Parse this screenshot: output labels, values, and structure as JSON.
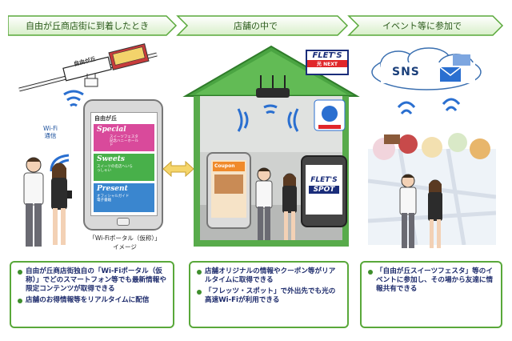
{
  "steps": [
    {
      "label": "自由が丘商店街に到着したとき"
    },
    {
      "label": "店舗の中で"
    },
    {
      "label": "イベント等に参加で"
    }
  ],
  "left": {
    "sign": "自由が丘",
    "wifi_label_line1": "Wi-Fi",
    "wifi_label_line2": "通信",
    "phone_title": "自由が丘",
    "tiles": [
      {
        "title": "Special",
        "sub": "スイーツフェスタ記念ハニーホールド"
      },
      {
        "title": "Sweets",
        "sub": "スイーツの名店へいらっしゃい"
      },
      {
        "title": "Present",
        "sub": "オフィシャルガイド電子書籍"
      }
    ],
    "caption_line1": "「Wi-Fiポータル（仮称）」",
    "caption_line2": "イメージ"
  },
  "center": {
    "flets_logo_title": "FLET'S",
    "flets_logo_sub": "光 NEXT",
    "phone_screen_brand": "FLET'S",
    "phone_screen_spot": "SPOT",
    "coupon_label": "Coupon"
  },
  "right": {
    "sns": "SNS"
  },
  "boxes": [
    {
      "bullets": [
        "自由が丘商店街独自の「Wi-Fiポータル（仮称）」でどのスマートフォン等でも最新情報や限定コンテンツが取得できる",
        "店舗のお得情報等をリアルタイムに配信"
      ]
    },
    {
      "bullets": [
        "店舗オリジナルの情報やクーポン等がリアルタイムに取得できる",
        "「フレッツ・スポット」で外出先でも光の高速Wi-Fiが利用できる"
      ]
    },
    {
      "bullets": [
        "「自由が丘スイーツフェスタ」等のイベントに参加し、その場から友達に情報共有できる"
      ]
    }
  ],
  "colors": {
    "accent_green": "#59a83a",
    "text_navy": "#1c2a6b",
    "wifi_blue": "#2a6fd0"
  }
}
